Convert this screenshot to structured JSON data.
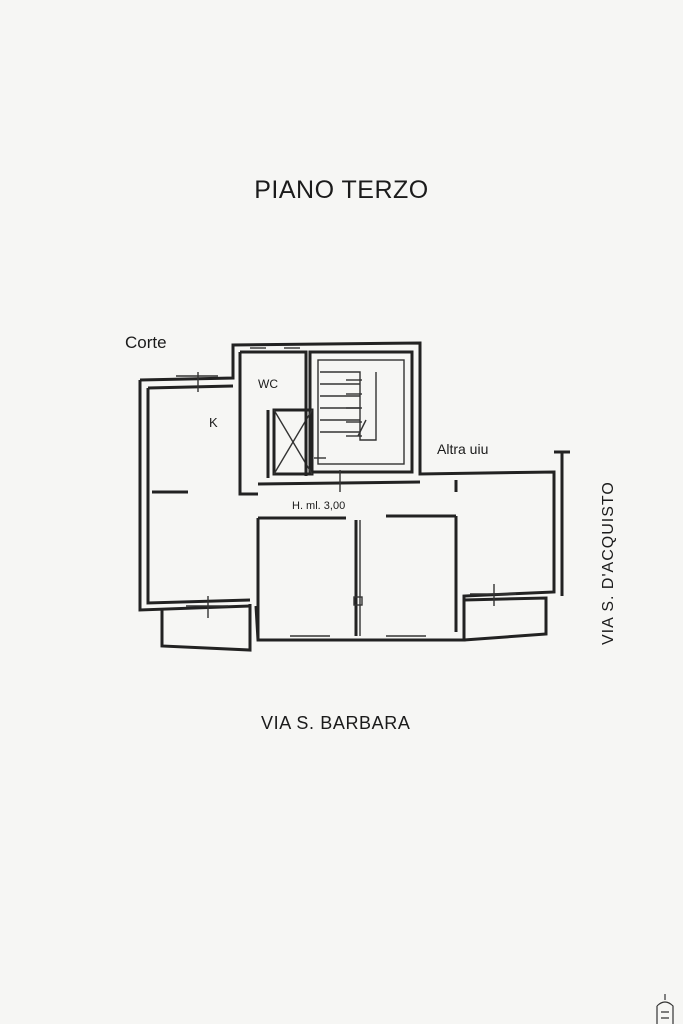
{
  "plan": {
    "title": "PIANO TERZO",
    "labels": {
      "corte": "Corte",
      "wc": "WC",
      "kitchen": "K",
      "other_unit": "Altra uiu",
      "ceiling_height": "H. ml. 3,00"
    },
    "streets": {
      "south": "VIA  S. BARBARA",
      "east": "VIA  S.  D'ACQUISTO"
    }
  }
}
